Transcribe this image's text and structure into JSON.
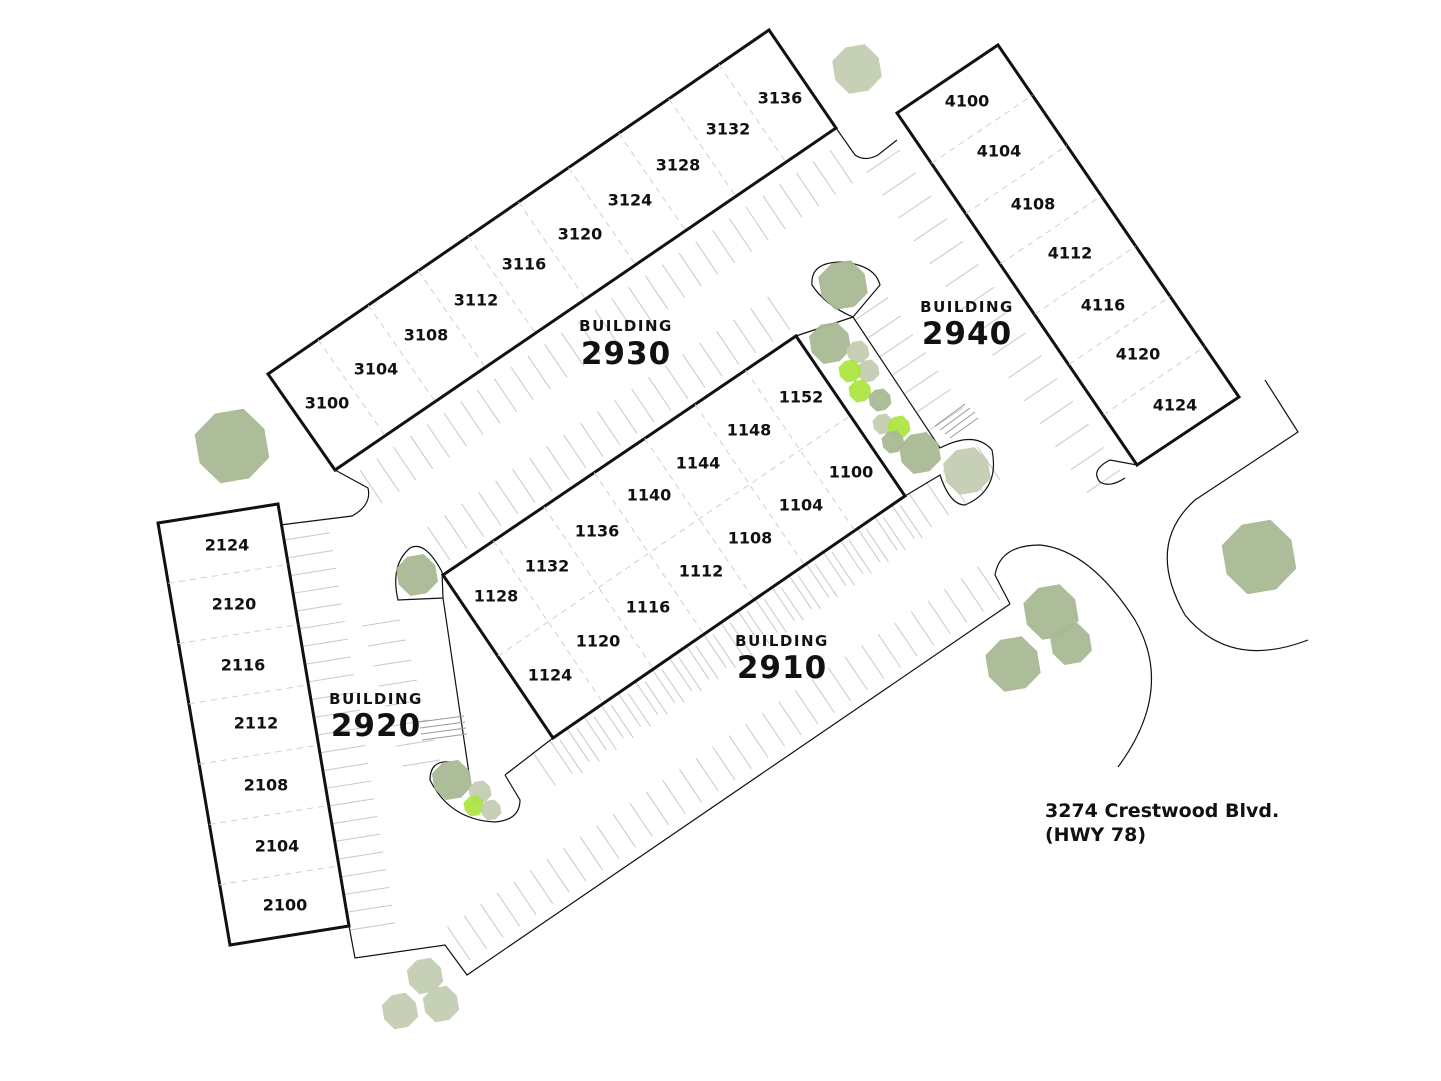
{
  "buildings": {
    "b2930": {
      "word": "BUILDING",
      "number": "2930",
      "units": [
        "3100",
        "3104",
        "3108",
        "3112",
        "3116",
        "3120",
        "3124",
        "3128",
        "3132",
        "3136"
      ]
    },
    "b2940": {
      "word": "BUILDING",
      "number": "2940",
      "units": [
        "4100",
        "4104",
        "4108",
        "4112",
        "4116",
        "4120",
        "4124"
      ]
    },
    "b2910": {
      "word": "BUILDING",
      "number": "2910",
      "units": [
        "1152",
        "1148",
        "1144",
        "1140",
        "1136",
        "1132",
        "1128",
        "1100",
        "1104",
        "1108",
        "1112",
        "1116",
        "1120",
        "1124"
      ]
    },
    "b2920": {
      "word": "BUILDING",
      "number": "2920",
      "units": [
        "2124",
        "2120",
        "2116",
        "2112",
        "2108",
        "2104",
        "2100"
      ]
    }
  },
  "address": {
    "line1": "3274 Crestwood Blvd.",
    "line2": "(HWY 78)"
  },
  "colors": {
    "tree": "#a9b894",
    "tree_light": "#c3cdb2",
    "tree_accent": "#a8e43a",
    "outline": "#111111"
  }
}
